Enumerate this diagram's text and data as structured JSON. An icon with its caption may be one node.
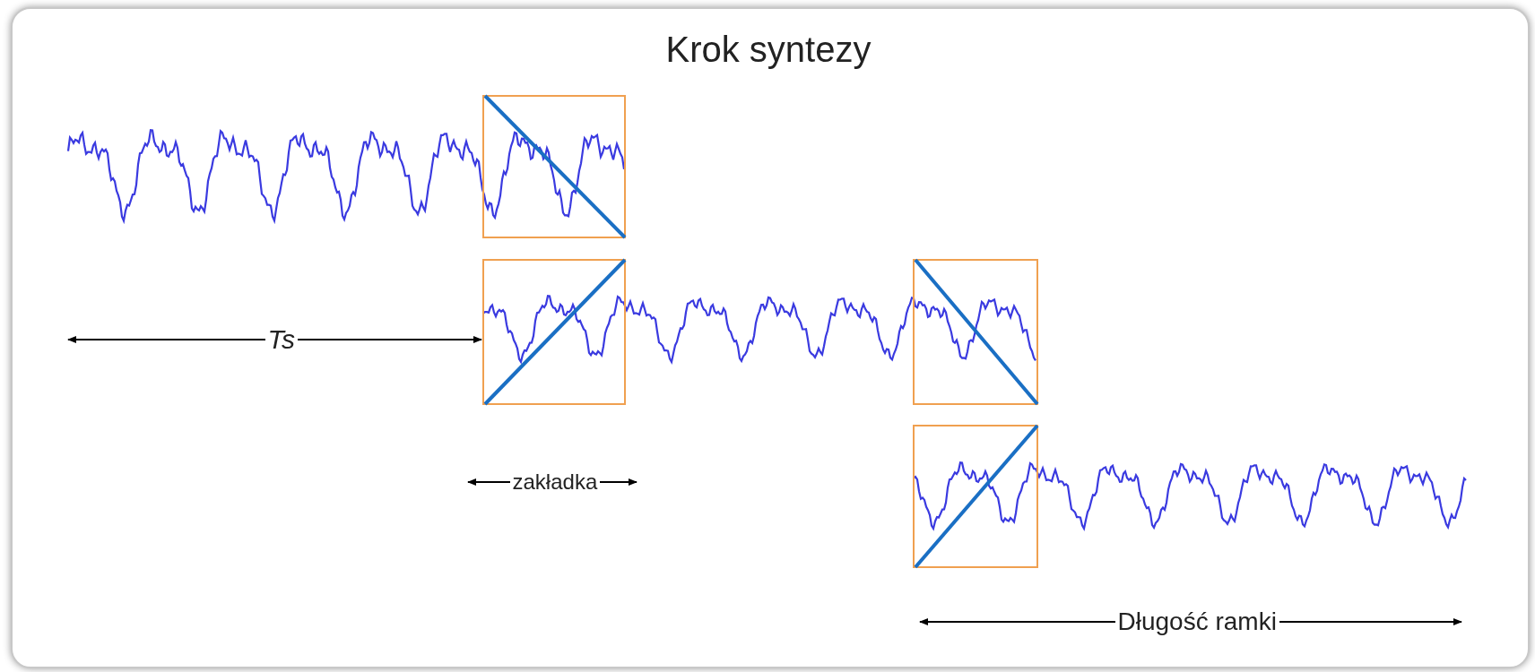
{
  "diagram": {
    "title": "Krok syntezy",
    "labels": [
      "Ts",
      "zakładka",
      "Długość ramki"
    ]
  }
}
